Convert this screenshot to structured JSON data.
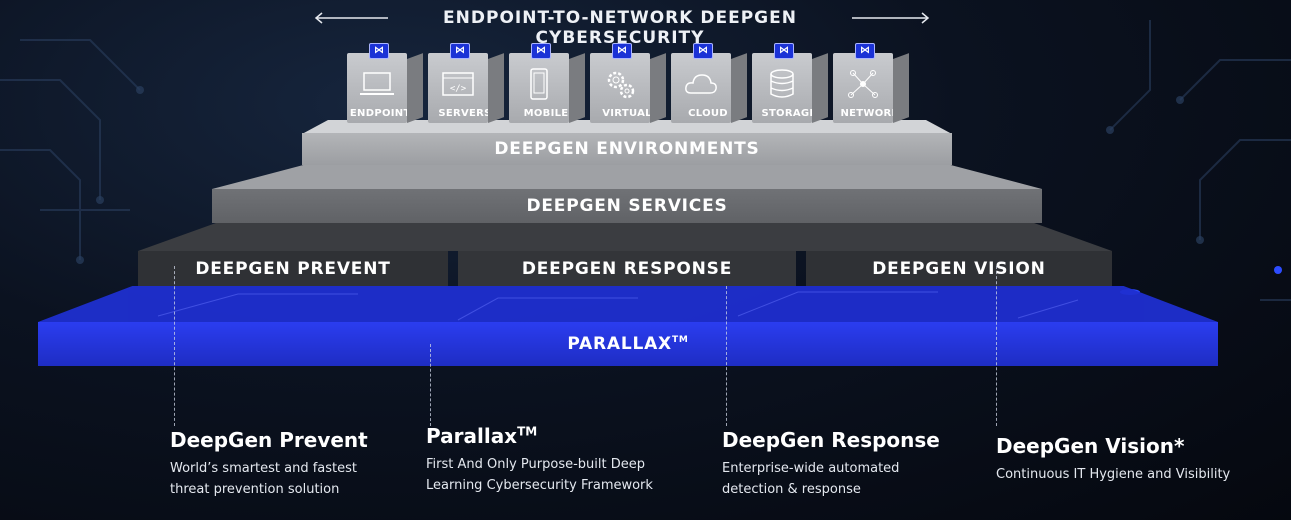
{
  "header": {
    "title": "ENDPOINT-TO-NETWORK DEEPGEN CYBERSECURITY"
  },
  "environments": {
    "items": [
      {
        "label": "ENDPOINTS",
        "icon": "laptop-icon"
      },
      {
        "label": "SERVERS",
        "icon": "code-window-icon"
      },
      {
        "label": "MOBILE",
        "icon": "mobile-phone-icon"
      },
      {
        "label": "VIRTUAL",
        "icon": "gears-icon"
      },
      {
        "label": "CLOUD",
        "icon": "cloud-icon"
      },
      {
        "label": "STORAGE",
        "icon": "database-icon"
      },
      {
        "label": "NETWORK",
        "icon": "network-nodes-icon"
      }
    ],
    "badge_icon": "deepgen-logo-icon"
  },
  "tiers": {
    "environments": "DEEPGEN ENVIRONMENTS",
    "services": "DEEPGEN SERVICES",
    "prevent": "DEEPGEN PREVENT",
    "response": "DEEPGEN RESPONSE",
    "vision": "DEEPGEN VISION",
    "parallax": "PARALLAX",
    "parallax_tm": "TM"
  },
  "descriptions": [
    {
      "title": "DeepGen Prevent",
      "tm": "",
      "lines": [
        "World’s smartest and fastest",
        "threat prevention solution"
      ]
    },
    {
      "title": "Parallax",
      "tm": "TM",
      "lines": [
        "First And Only Purpose-built Deep",
        "Learning Cybersecurity Framework"
      ]
    },
    {
      "title": "DeepGen Response",
      "tm": "",
      "lines": [
        "Enterprise-wide automated",
        "detection & response"
      ]
    },
    {
      "title": "DeepGen Vision*",
      "tm": "",
      "lines": [
        "Continuous IT Hygiene and Visibility",
        ""
      ]
    }
  ],
  "colors": {
    "parallax_blue": "#2336e6",
    "badge_blue": "#1b32d6"
  }
}
